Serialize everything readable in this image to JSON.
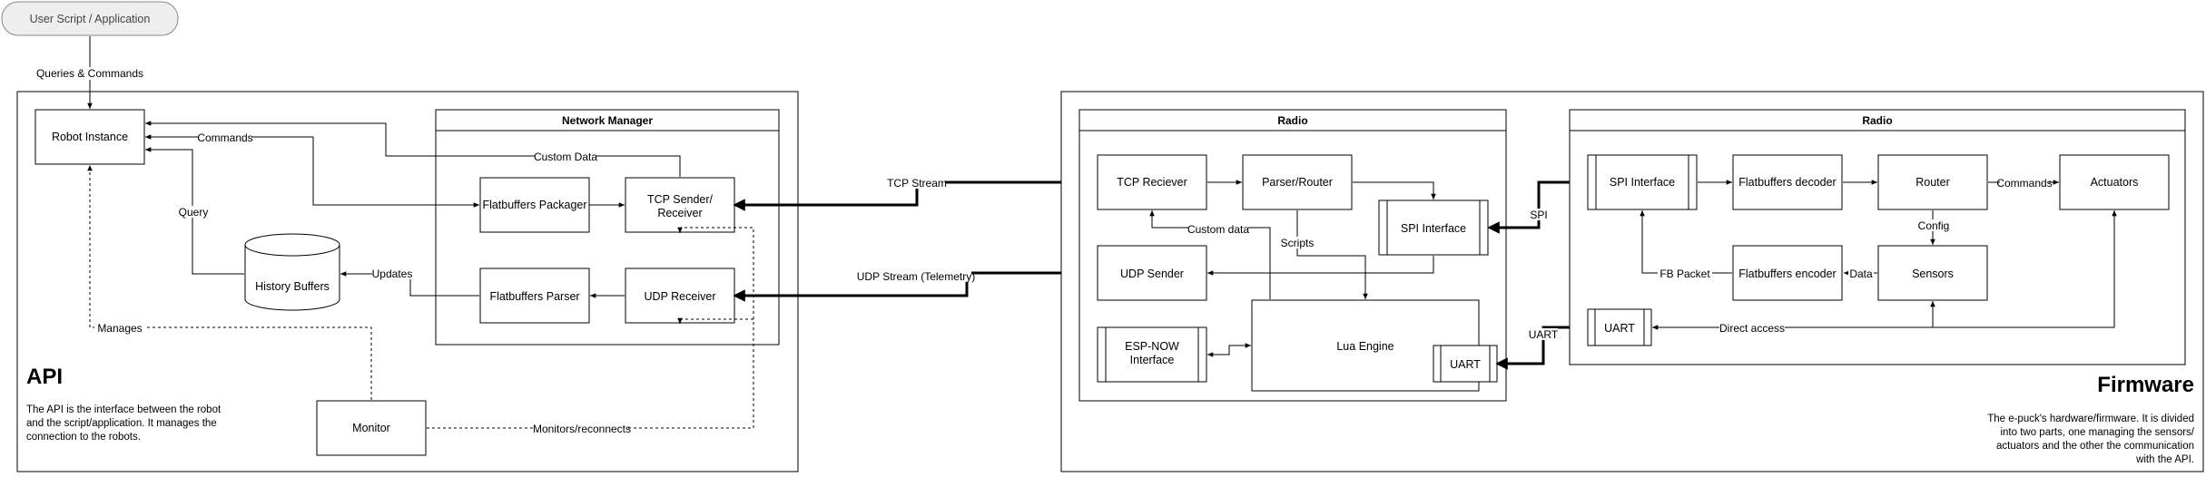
{
  "user_script": "User Script / Application",
  "queries_commands": "Queries & Commands",
  "api": {
    "title": "API",
    "desc_lines": [
      "The API is the interface between the robot",
      "and the script/application. It manages the",
      "connection to the robots."
    ],
    "robot_instance": "Robot Instance",
    "history_buffers": "History Buffers",
    "monitor": "Monitor",
    "edge_commands": "Commands",
    "edge_query": "Query",
    "edge_updates": "Updates",
    "edge_manages": "Manages",
    "edge_custom_data": "Custom Data",
    "edge_monitors": "Monitors/reconnects",
    "network_manager": {
      "title": "Network Manager",
      "flatbuffers_packager": "Flatbuffers Packager",
      "tcp_sender_receiver": [
        "TCP Sender/",
        "Receiver"
      ],
      "flatbuffers_parser": "Flatbuffers Parser",
      "udp_receiver": "UDP Receiver"
    }
  },
  "tcp_stream": "TCP Stream",
  "udp_stream": "UDP Stream (Telemetry)",
  "spi_link": "SPI",
  "uart_link": "UART",
  "firmware": {
    "title": "Firmware",
    "desc_lines": [
      "The e-puck's hardware/firmware. It is divided",
      "into two parts, one managing the sensors/",
      "actuators and the other the communication",
      "with the API."
    ],
    "radio_left": {
      "title": "Radio",
      "tcp_reciever": "TCP Reciever",
      "parser_router": "Parser/Router",
      "spi_interface": "SPI Interface",
      "udp_sender": "UDP Sender",
      "esp_now": [
        "ESP-NOW",
        "Interface"
      ],
      "lua_engine": "Lua Engine",
      "uart": "UART",
      "edge_custom_data": "Custom data",
      "edge_scripts": "Scripts"
    },
    "radio_right": {
      "title": "Radio",
      "spi_interface": "SPI Interface",
      "flatbuffers_decoder": "Flatbuffers decoder",
      "router": "Router",
      "actuators": "Actuators",
      "flatbuffers_encoder": "Flatbuffers encoder",
      "sensors": "Sensors",
      "uart": "UART",
      "edge_commands": "Commands",
      "edge_config": "Config",
      "edge_data": "Data",
      "edge_fb_packet": "FB Packet",
      "edge_direct_access": "Direct access"
    }
  }
}
